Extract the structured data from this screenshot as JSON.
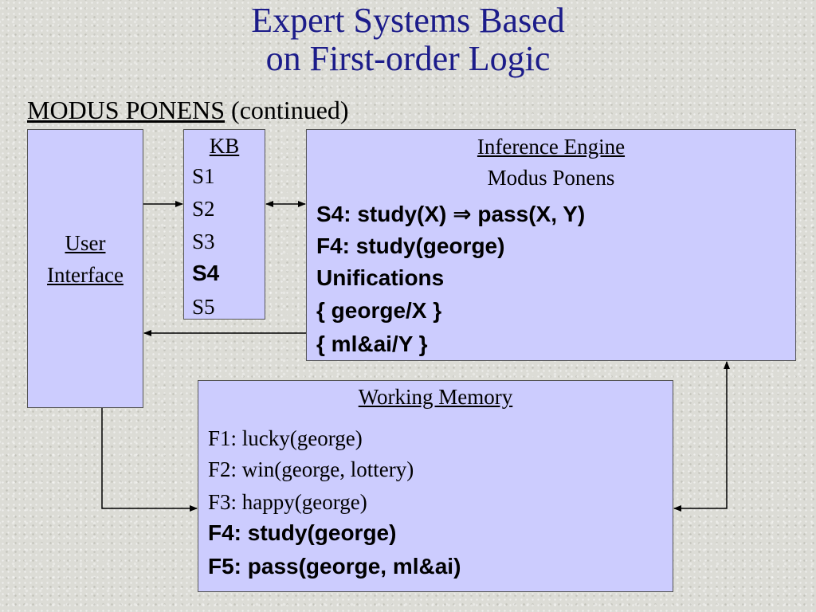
{
  "slide": {
    "title_line1": "Expert Systems Based",
    "title_line2": "on First-order Logic",
    "subtitle_main": "MODUS PONENS",
    "subtitle_cont": "(continued)"
  },
  "user_interface": {
    "label_line1": "User",
    "label_line2": "Interface"
  },
  "kb": {
    "title": "KB",
    "items": [
      {
        "label": "S1",
        "style": "serif"
      },
      {
        "label": "S2",
        "style": "serif"
      },
      {
        "label": "S3",
        "style": "serif"
      },
      {
        "label": "S4",
        "style": "bold-sans"
      },
      {
        "label": "S5",
        "style": "serif"
      }
    ]
  },
  "inference_engine": {
    "title": "Inference Engine",
    "subtitle": "Modus Ponens",
    "lines": [
      "S4: study(X) ⇒ pass(X, Y)",
      "F4: study(george)",
      "Unifications",
      "{ george/X }",
      "{ ml&ai/Y }"
    ]
  },
  "working_memory": {
    "title": "Working Memory",
    "facts": [
      {
        "text": "F1: lucky(george)",
        "style": "serif"
      },
      {
        "text": "F2: win(george, lottery)",
        "style": "serif"
      },
      {
        "text": "F3: happy(george)",
        "style": "serif"
      },
      {
        "text": "F4: study(george)",
        "style": "bold-sans"
      },
      {
        "text": "F5: pass(george, ml&ai)",
        "style": "bold-sans"
      }
    ]
  },
  "colors": {
    "box_fill": "#ccccfe",
    "title_color": "#1c1c8a"
  }
}
